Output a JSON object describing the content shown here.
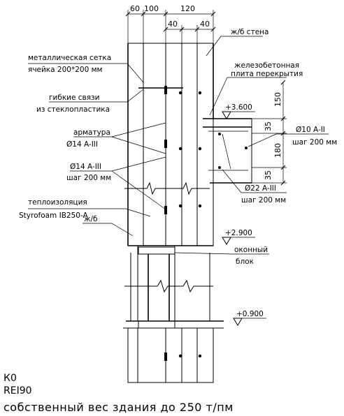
{
  "dimensions": {
    "d60": "60",
    "d100": "100",
    "d120": "120",
    "d40a": "40",
    "d40b": "40",
    "d150": "150",
    "d35a": "35",
    "d180": "180",
    "d35b": "35"
  },
  "labels": {
    "wall_top": "ж/б стена",
    "slab_1": "железобетонная",
    "slab_2": "плита перекрытия",
    "mesh_1": "металлическая сетка",
    "mesh_2": "ячейка 200*200 мм",
    "ties_1": "гибкие связи",
    "ties_2": "из стеклопластика",
    "rebar_1": "арматура",
    "rebar_2": "Ø14 A-III",
    "rebar_3": "Ø14 A-III",
    "rebar_4": "шаг 200 мм",
    "slab_rebar_1": "Ø10 A-II",
    "slab_rebar_2": "шаг 200 мм",
    "bottom_rebar_1": "Ø22 A-III",
    "bottom_rebar_2": "шаг 200 мм",
    "insul_1": "теплоизоляция",
    "insul_2": "Styrofoam IB250-A",
    "rc_low": "ж/б",
    "window_1": "оконный",
    "window_2": "блок"
  },
  "levels": {
    "top": "+3.600",
    "mid": "+2.900",
    "low": "+0.900"
  },
  "notes": {
    "k0": "К0",
    "rei": "REI90",
    "footer": "собственный вес здания до 250 т/пм"
  }
}
